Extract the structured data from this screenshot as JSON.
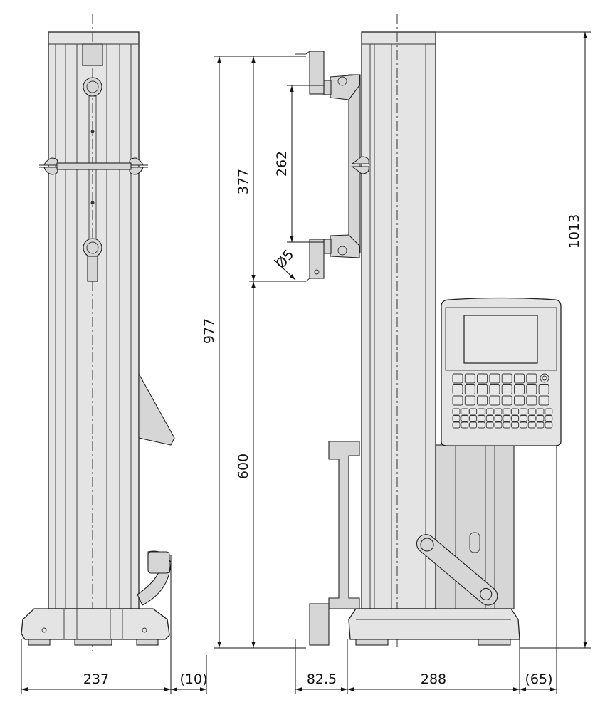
{
  "drawing": {
    "title": "Height gauge dimensional drawing",
    "dimensions": {
      "base_width_side": "237",
      "side_clearance": "(10)",
      "probe_offset": "82.5",
      "base_width_front": "288",
      "rear_clearance": "(65)",
      "total_height": "1013",
      "measuring_range": "977",
      "upper_range": "377",
      "lower_range": "600",
      "probe_span": "262",
      "stylus_diameter": "Ø5"
    },
    "colors": {
      "body": "#e4e4e4",
      "line": "#222222"
    }
  }
}
